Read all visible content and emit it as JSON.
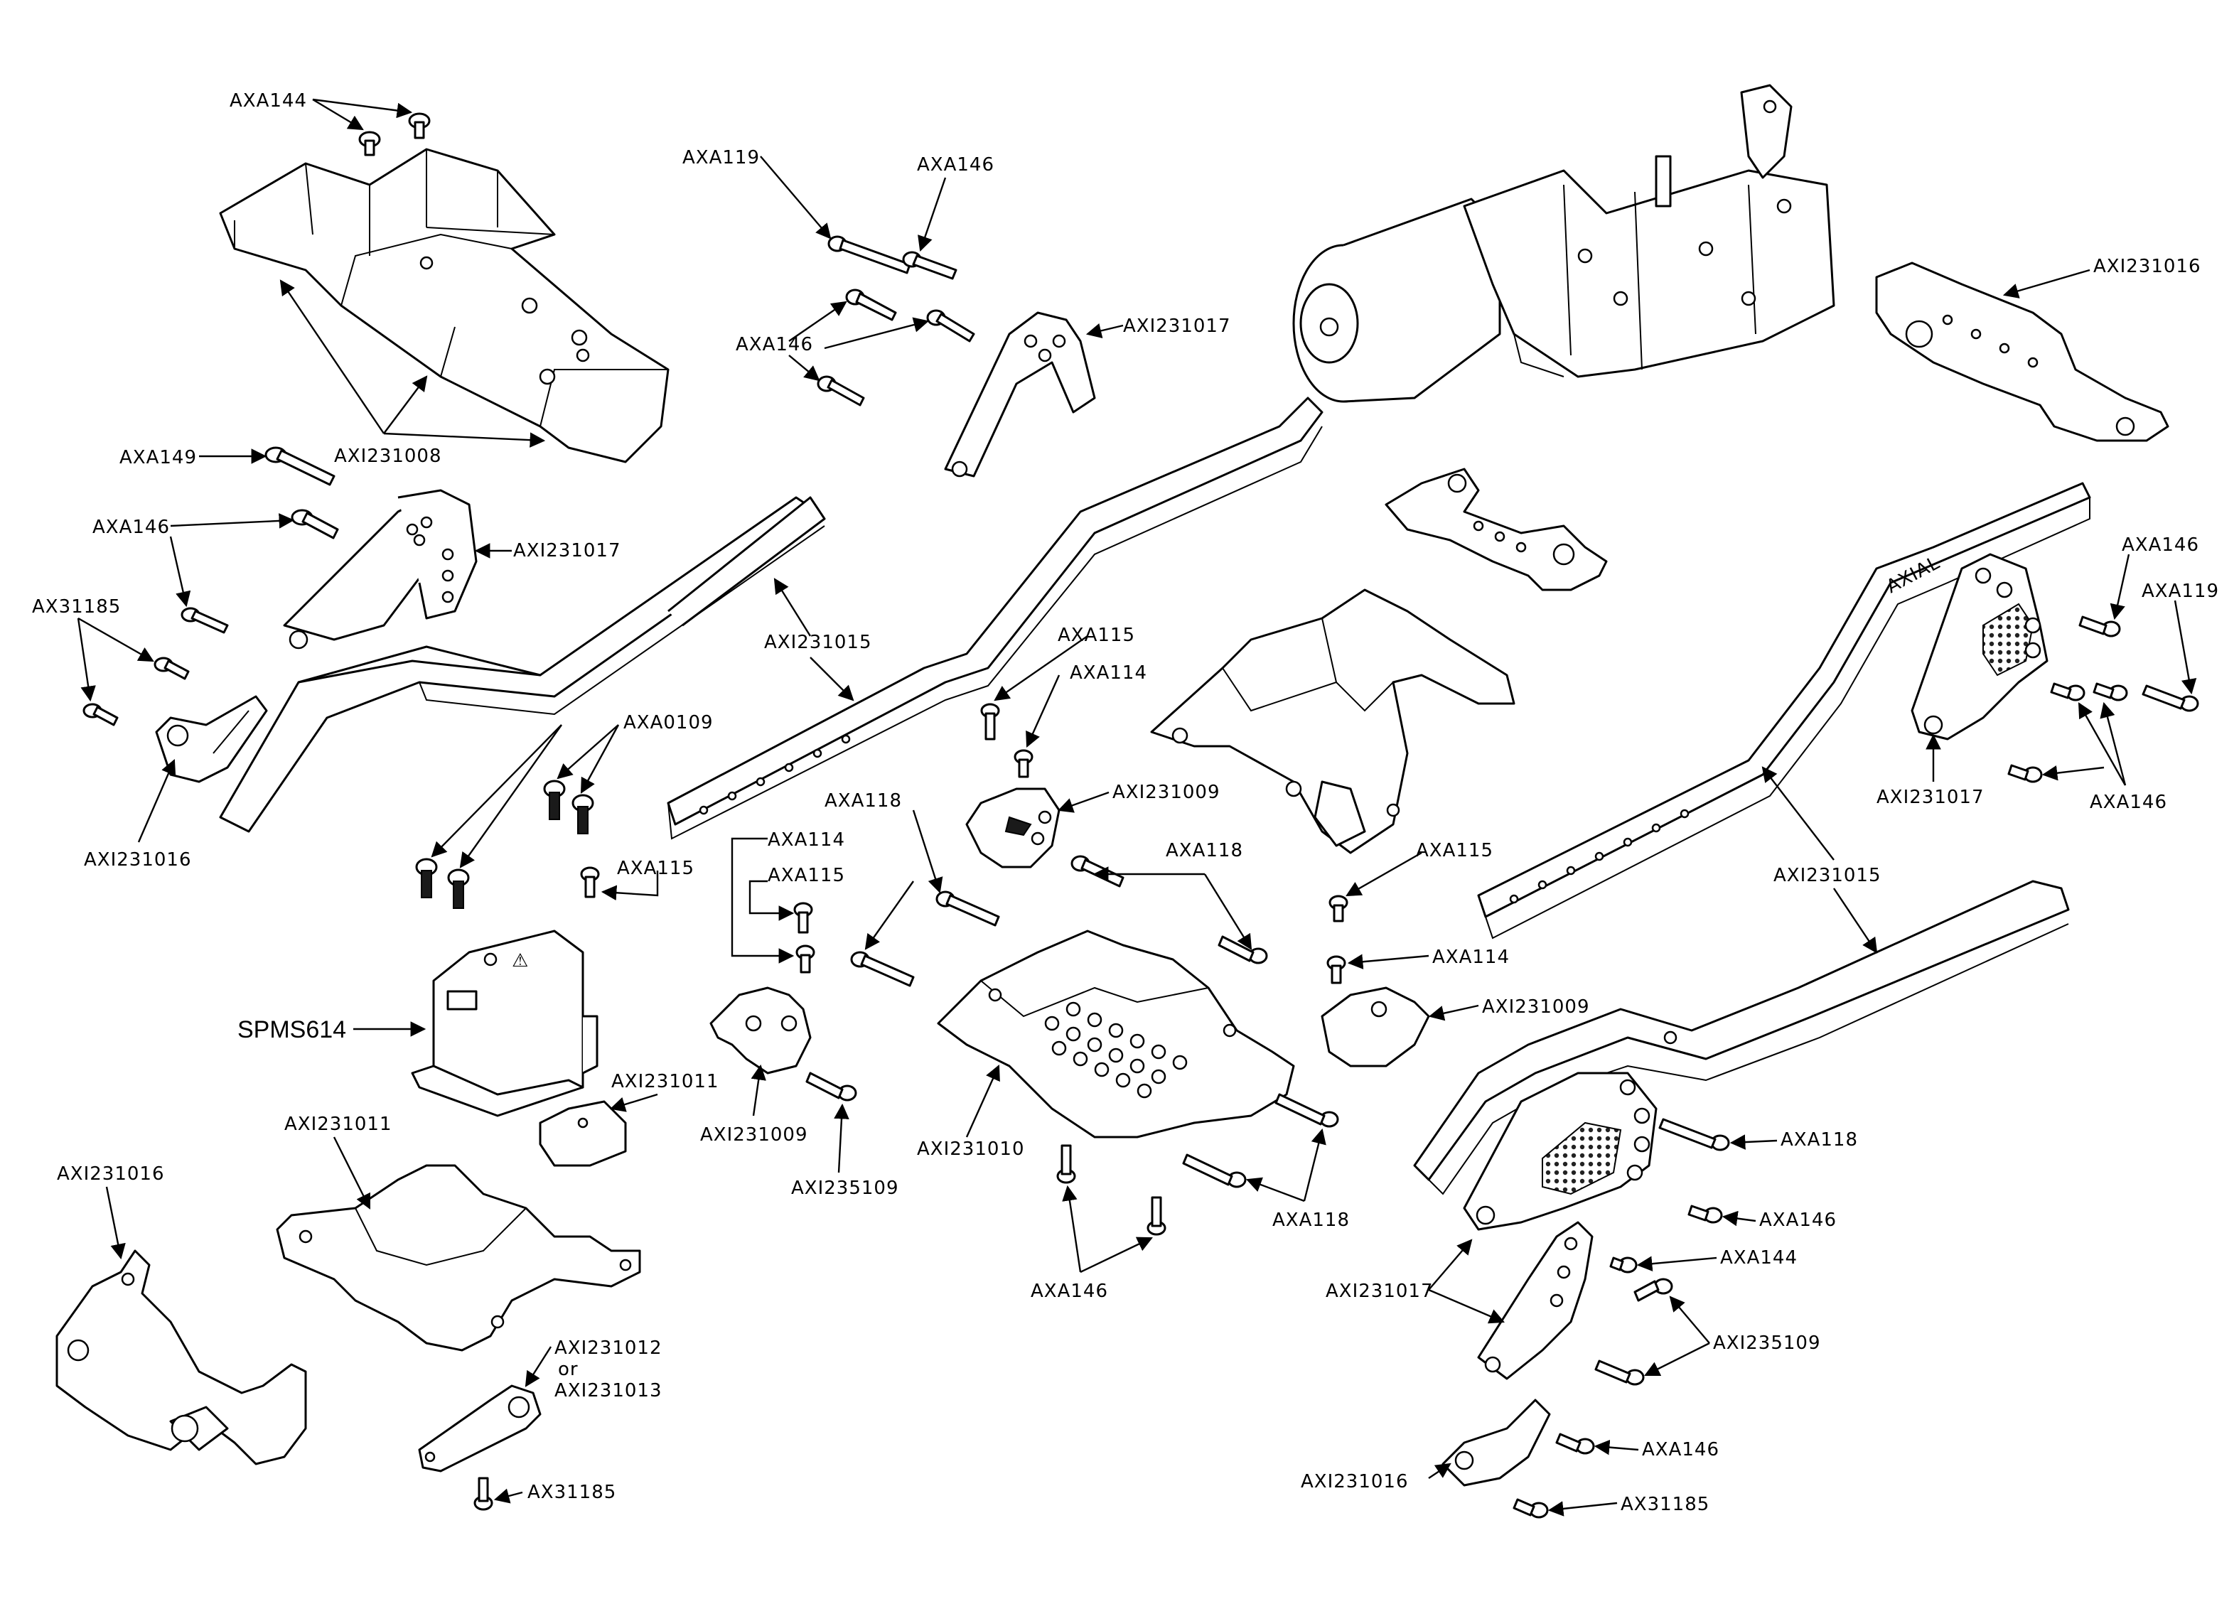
{
  "labels": {
    "axa144_a": "AXA144",
    "axa119_a": "AXA119",
    "axa146_a": "AXA146",
    "axa146_b": "AXA146",
    "axi231017_a": "AXI231017",
    "axi231008": "AXI231008",
    "axa149": "AXA149",
    "axa146_c": "AXA146",
    "axi231017_b": "AXI231017",
    "ax31185_a": "AX31185",
    "axi231015_a": "AXI231015",
    "axa0109": "AXA0109",
    "axi231016_a": "AXI231016",
    "axa115_a": "AXA115",
    "spms614": "SPMS614",
    "axi231011_a": "AXI231011",
    "axi231011_b": "AXI231011",
    "axi231016_b": "AXI231016",
    "axi231012": "AXI231012",
    "or": "or",
    "axi231013": "AXI231013",
    "ax31185_b": "AX31185",
    "axa114_a": "AXA114",
    "axa115_b": "AXA115",
    "axa118_a": "AXA118",
    "axi231009_a": "AXI231009",
    "axi235109_a": "AXI235109",
    "axa115_c": "AXA115",
    "axa114_b": "AXA114",
    "axi231009_b": "AXI231009",
    "axi231010": "AXI231010",
    "axa118_b": "AXA118",
    "axa118_c": "AXA118",
    "axa146_d": "AXA146",
    "axi231016_c": "AXI231016",
    "axa146_e": "AXA146",
    "axa119_b": "AXA119",
    "axi231017_c": "AXI231017",
    "axa146_f": "AXA146",
    "axi231015_b": "AXI231015",
    "axa115_d": "AXA115",
    "axa114_c": "AXA114",
    "axi231009_c": "AXI231009",
    "axa118_d": "AXA118",
    "axa146_g": "AXA146",
    "axa144_b": "AXA144",
    "axi231017_d": "AXI231017",
    "axi235109_b": "AXI235109",
    "axi231016_d": "AXI231016",
    "axa146_h": "AXA146",
    "ax31185_c": "AX31185",
    "frame_logo": "AXIAL"
  },
  "colors": {
    "line": "#000000",
    "background": "#ffffff"
  }
}
